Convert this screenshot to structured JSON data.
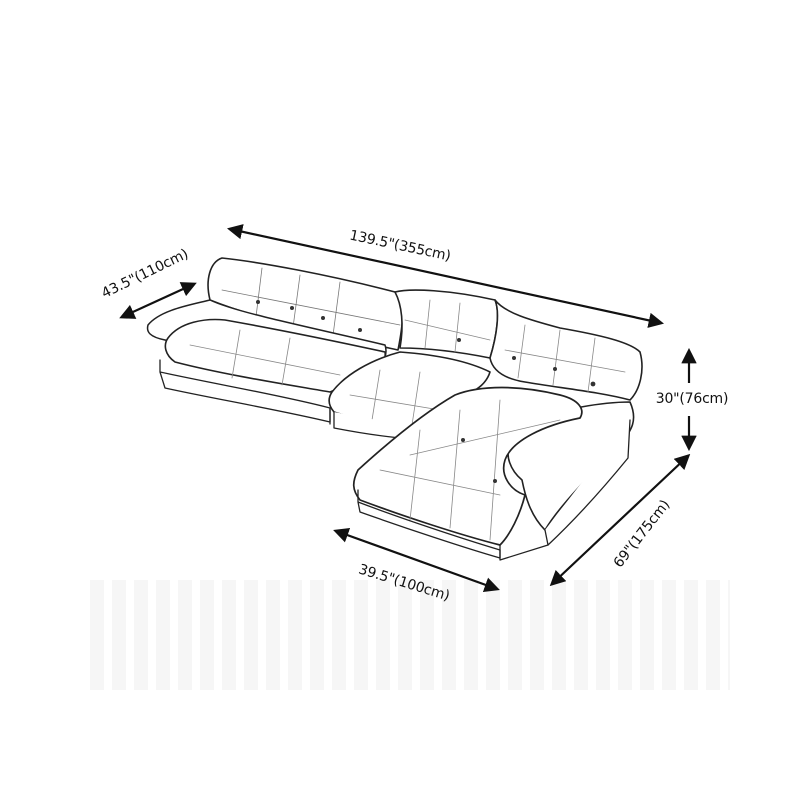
{
  "figure": {
    "subject": "L-shaped modular tufted sectional sofa with right-side chaise, line-sketch style",
    "ink_color": "#111111",
    "background": "#ffffff"
  },
  "dimensions": {
    "overall_width": "139.5\"(355cm)",
    "depth": "43.5\"(110cm)",
    "height": "30\"(76cm)",
    "chaise_length": "69\"(175cm)",
    "chaise_width": "39.5\"(100cm)"
  }
}
